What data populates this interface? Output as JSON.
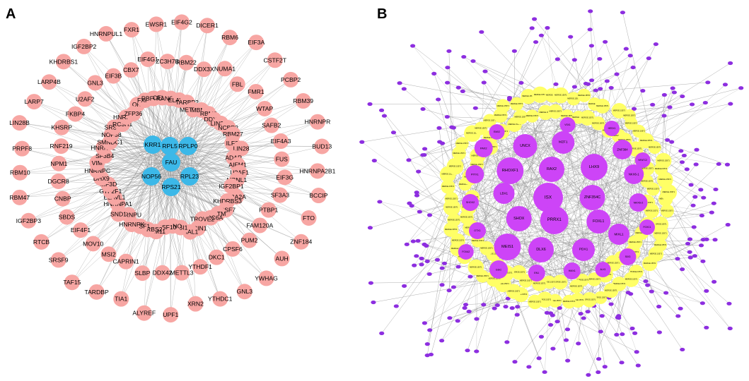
{
  "panel_a": {
    "letter": "A",
    "center_nodes": [
      "KRR1",
      "RPL5",
      "RPLP0",
      "FAU",
      "NOP56",
      "RPL23",
      "RPS21"
    ],
    "rings": [
      [
        "IGF2BP2",
        "HNRNPUL1",
        "FXR1",
        "EWSR1",
        "EIF4G2",
        "DICER1",
        "RBM6",
        "EIF3A",
        "CSTF2T",
        "PCBP2",
        "RBM39",
        "HNRNPR",
        "BUD13",
        "HNRNPA2B1",
        "BCCIP",
        "FTO",
        "ZNF184",
        "AUH",
        "YWHAG",
        "GNL3",
        "YTHDC1",
        "XRN2",
        "UPF1",
        "ALYREF",
        "TIA1",
        "TARDBP",
        "TAF15",
        "SRSF9",
        "RTCB",
        "IGF2BP3",
        "RBM47",
        "RBM10",
        "PRPF8",
        "LIN28B",
        "LARP7",
        "LARP4B",
        "KHDRBS1"
      ],
      [
        "EIF3B",
        "CBX7",
        "EIF4G1",
        "ZC3H7B",
        "RBM22",
        "DDX3X",
        "NUMA1",
        "FBL",
        "FMR1",
        "WTAP",
        "SAFB2",
        "EIF4A3",
        "FUS",
        "EIF3G",
        "SF3A3",
        "PTBP1",
        "FAM120A",
        "PUM2",
        "CPSF6",
        "DKC1",
        "YTHDF1",
        "METTL3",
        "DDX42",
        "SLBP",
        "CAPRIN1",
        "MSI2",
        "MOV10",
        "EIF4F1",
        "SBDS",
        "CNBP",
        "DGCR8",
        "NPM1",
        "RNF219",
        "KHSRP",
        "FKBP4",
        "U2AF2",
        "GNL3"
      ],
      [
        "QKI",
        "FXR2",
        "RBFOX2",
        "CELF2",
        "RANGAP1",
        "ELAVL3",
        "TARBP2",
        "METTL14",
        "MBNL2",
        "RBM5",
        "DDX54",
        "LIN28A",
        "NCBP3",
        "RBM27",
        "ILF3",
        "LIN28",
        "ADAR",
        "AIFM1",
        "U2AF1",
        "MBNL1",
        "IGF2BP1",
        "TRA2A",
        "KHDRBS3",
        "SRSF7",
        "SLTM",
        "TNRC6A",
        "TROVE2",
        "ACIN1",
        "TIAL1",
        "MSI1",
        "NONO",
        "SRSF10",
        "LSM11",
        "KHDRBS2",
        "SRSF1",
        "HNRNPK",
        "HNRNPU",
        "SND1",
        "HNRNPA1",
        "ELAVL1",
        "GTF2F1",
        "EIF3D",
        "DHX9",
        "HNRNPC",
        "VIM",
        "SF3B4",
        "HNRNPL",
        "SMNDC1",
        "NOP58",
        "SRSF3",
        "RC3H1",
        "HNRNPD",
        "ZFP36"
      ]
    ]
  },
  "panel_b": {
    "letter": "B",
    "hubs": [
      "UNCX",
      "MZF1",
      "RHOXF1",
      "RAX2",
      "LHX9",
      "LBX1",
      "ISX",
      "ZNF354C",
      "SHOX",
      "PRRX1",
      "FOXL1",
      "MEIS1",
      "DLX6",
      "PDX1",
      "MIXL1",
      "ZNF384",
      "NKX6-1",
      "NKX6-2",
      "SIX3",
      "PAX2",
      "PITX1",
      "SHOX2",
      "OTX1",
      "GSC",
      "EN1",
      "HMX1",
      "ALX1",
      "NFATC2",
      "FOXC1",
      "FOXA2",
      "EMX2",
      "VSX1",
      "HESX1"
    ],
    "ring_label": "MERGE.15571"
  },
  "colors": {
    "a_outer": "#f7a6a3",
    "a_center": "#3cb8e8",
    "b_hub": "#cd44f7",
    "b_ring": "#ffff66",
    "b_leaf": "#8d2ee0",
    "edge": "#8a8a8a"
  }
}
